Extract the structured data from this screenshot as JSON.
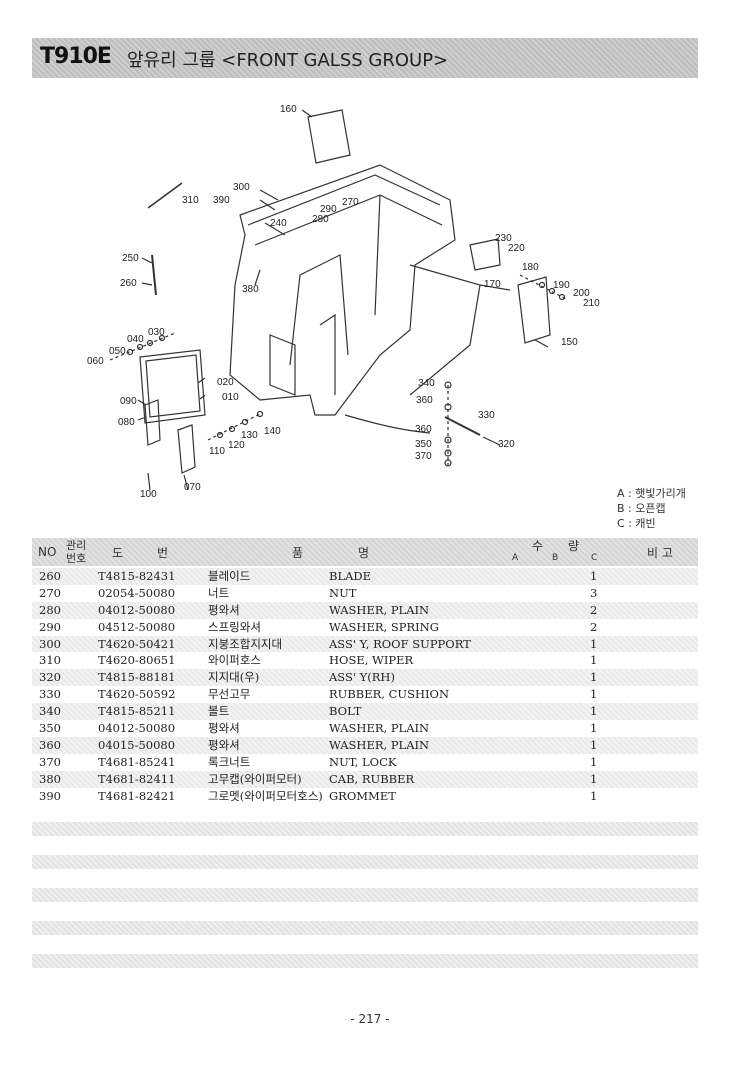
{
  "header": {
    "model": "T910E",
    "title": "앞유리 그룹 <FRONT GALSS GROUP>"
  },
  "callouts": {
    "c160": "160",
    "c310": "310",
    "c300": "300",
    "c390": "390",
    "c290": "290",
    "c270": "270",
    "c280": "280",
    "c240": "240",
    "c230": "230",
    "c220": "220",
    "c250": "250",
    "c260": "260",
    "c380": "380",
    "c180": "180",
    "c190": "190",
    "c200": "200",
    "c210": "210",
    "c170": "170",
    "c150": "150",
    "c030": "030",
    "c040": "040",
    "c050": "050",
    "c060": "060",
    "c020": "020",
    "c010": "010",
    "c090": "090",
    "c080": "080",
    "c340": "340",
    "c360a": "360",
    "c330": "330",
    "c360b": "360",
    "c350": "350",
    "c370": "370",
    "c320": "320",
    "c140": "140",
    "c130": "130",
    "c120": "120",
    "c110": "110",
    "c070": "070",
    "c100": "100"
  },
  "legend": {
    "a": "A : 햇빛가리개",
    "b": "B : 오픈캡",
    "c": "C : 캐빈"
  },
  "table_header": {
    "no": "NO",
    "mgmt_top": "관리",
    "mgmt_bottom": "번호",
    "drawing": "도",
    "number": "번",
    "part": "품",
    "name": "명",
    "qty": "수",
    "qty2": "량",
    "col_a": "A",
    "col_b": "B",
    "col_c": "C",
    "remark": "비 고"
  },
  "rows": [
    {
      "no": "260",
      "pn": "T4815-82431",
      "kr": "블레이드",
      "en": "BLADE",
      "qty": "1"
    },
    {
      "no": "270",
      "pn": "02054-50080",
      "kr": "너트",
      "en": "NUT",
      "qty": "3"
    },
    {
      "no": "280",
      "pn": "04012-50080",
      "kr": "평와셔",
      "en": "WASHER, PLAIN",
      "qty": "2"
    },
    {
      "no": "290",
      "pn": "04512-50080",
      "kr": "스프링와셔",
      "en": "WASHER, SPRING",
      "qty": "2"
    },
    {
      "no": "300",
      "pn": "T4620-50421",
      "kr": "지붕조합지지대",
      "en": "ASS' Y, ROOF SUPPORT",
      "qty": "1"
    },
    {
      "no": "310",
      "pn": "T4620-80651",
      "kr": "와이퍼호스",
      "en": "HOSE, WIPER",
      "qty": "1"
    },
    {
      "no": "320",
      "pn": "T4815-88181",
      "kr": "지지대(우)",
      "en": "ASS' Y(RH)",
      "qty": "1"
    },
    {
      "no": "330",
      "pn": "T4620-50592",
      "kr": "무선고무",
      "en": "RUBBER, CUSHION",
      "qty": "1"
    },
    {
      "no": "340",
      "pn": "T4815-85211",
      "kr": "볼트",
      "en": "BOLT",
      "qty": "1"
    },
    {
      "no": "350",
      "pn": "04012-50080",
      "kr": "평와셔",
      "en": "WASHER, PLAIN",
      "qty": "1"
    },
    {
      "no": "360",
      "pn": "04015-50080",
      "kr": "평와셔",
      "en": "WASHER, PLAIN",
      "qty": "1"
    },
    {
      "no": "370",
      "pn": "T4681-85241",
      "kr": "록크너트",
      "en": "NUT, LOCK",
      "qty": "1"
    },
    {
      "no": "380",
      "pn": "T4681-82411",
      "kr": "고무캡(와이퍼모터)",
      "en": "CAB, RUBBER",
      "qty": "1"
    },
    {
      "no": "390",
      "pn": "T4681-82421",
      "kr": "그로멧(와이퍼모터호스)",
      "en": "GROMMET",
      "qty": "1"
    }
  ],
  "page_number": "- 217 -"
}
